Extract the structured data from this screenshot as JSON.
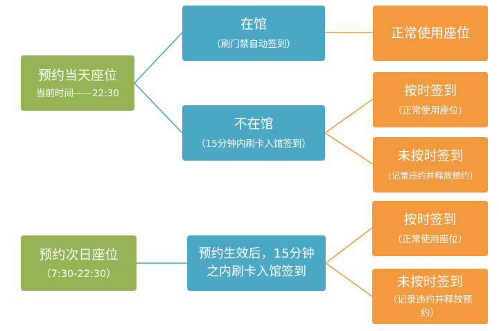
{
  "diagram": {
    "today": {
      "title": "预约当天座位",
      "subtitle": "当前时间——22:30",
      "in_library": {
        "title": "在馆",
        "note": "（刷门禁自动签到）",
        "result": {
          "title": "正常使用座位"
        }
      },
      "not_in_library": {
        "title": "不在馆",
        "note": "（15分钟内刷卡入馆签到）",
        "on_time": {
          "title": "按时签到",
          "note": "（正常使用座位）"
        },
        "late": {
          "title": "未按时签到",
          "note": "(记录违约并释放预约)"
        }
      }
    },
    "next_day": {
      "title": "预约次日座位",
      "subtitle": "（7:30-22:30）",
      "rule": {
        "line1": "预约生效后，15分钟",
        "line2": "之内刷卡入馆签到"
      },
      "on_time": {
        "title": "按时签到",
        "note": "（正常使用座位）"
      },
      "late": {
        "title": "未按时签到",
        "note_line1": "（记录违约并释放预",
        "note_line2": "约）"
      }
    }
  }
}
